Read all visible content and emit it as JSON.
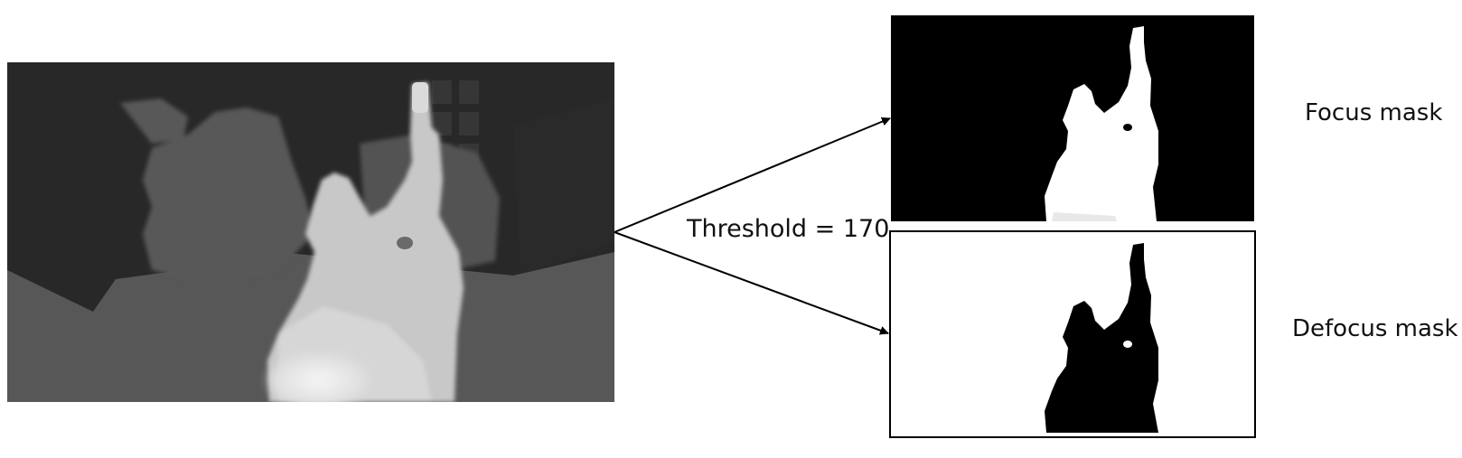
{
  "threshold_label": "Threshold = 170",
  "focus_label": "Focus mask",
  "defocus_label": "Defocus mask"
}
